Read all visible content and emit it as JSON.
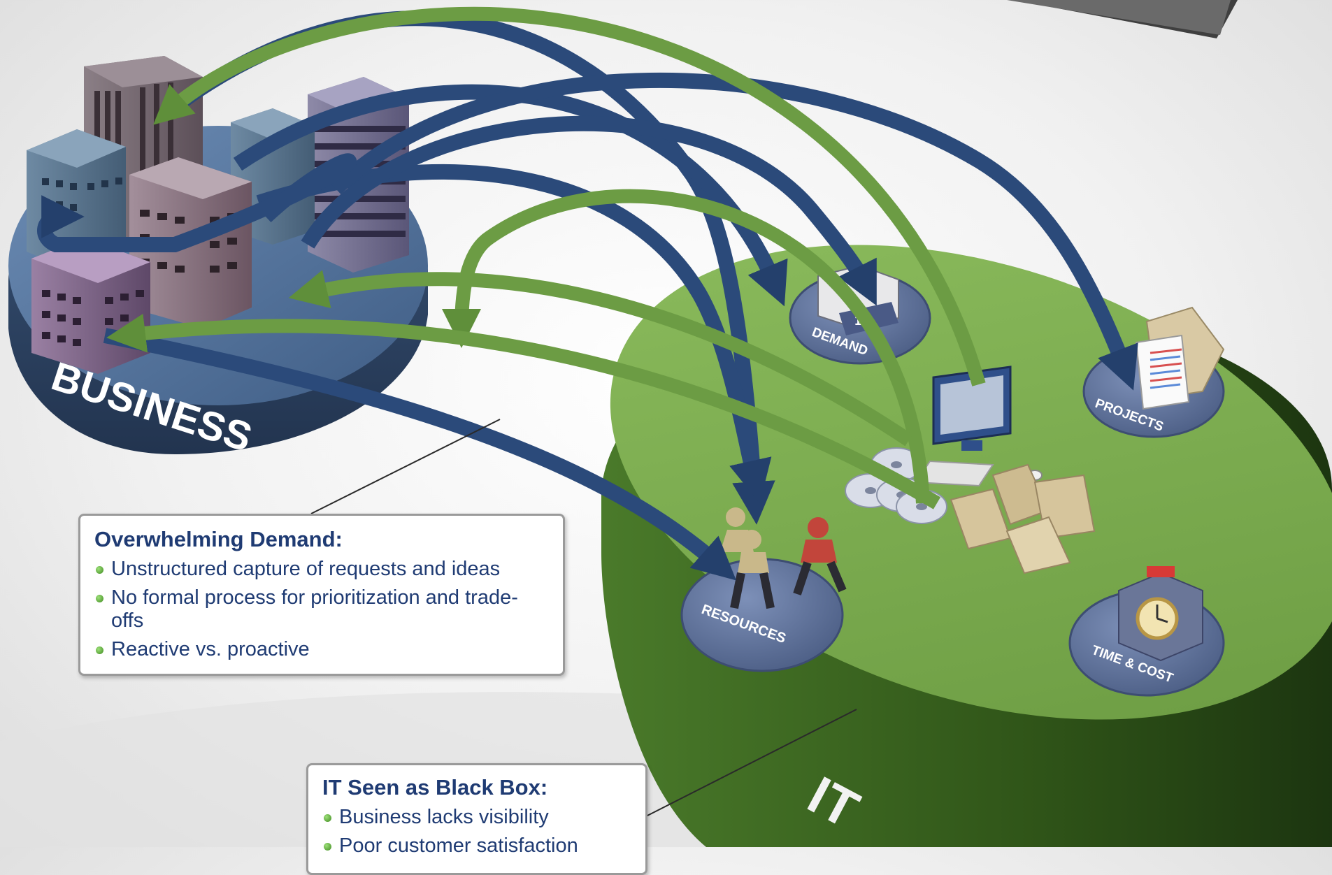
{
  "title_strip": "",
  "platforms": {
    "business": {
      "label": "BUSINESS"
    },
    "it": {
      "label": "IT"
    },
    "demand": {
      "label": "DEMAND",
      "tray_text": "IN"
    },
    "projects": {
      "label": "PROJECTS"
    },
    "resources": {
      "label": "RESOURCES"
    },
    "time_cost": {
      "label": "TIME & COST"
    }
  },
  "callouts": {
    "demand": {
      "heading": "Overwhelming Demand:",
      "bullets": [
        "Unstructured capture of requests and ideas",
        "No formal process for prioritization and trade-offs",
        "Reactive vs. proactive"
      ]
    },
    "it": {
      "heading": "IT Seen as Black Box:",
      "bullets": [
        "Business lacks visibility",
        "Poor customer satisfaction"
      ]
    }
  },
  "colors": {
    "business_disc": "#4b6a93",
    "it_disc": "#79a84e",
    "arrow_blue": "#2b4a7a",
    "arrow_green": "#6c9c44",
    "sub_disc": "#5c7099",
    "callout_text": "#1f3b73"
  }
}
